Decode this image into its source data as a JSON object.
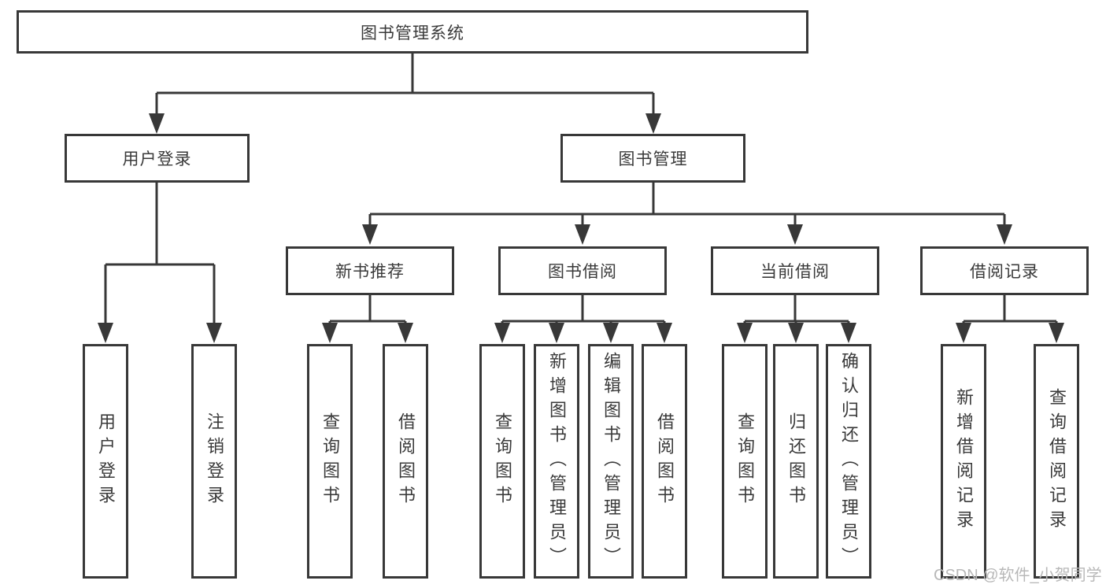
{
  "diagram": {
    "root": {
      "label": "图书管理系统"
    },
    "branches": [
      {
        "label": "用户登录",
        "children": [
          {
            "label": "用户登录"
          },
          {
            "label": "注销登录"
          }
        ]
      },
      {
        "label": "图书管理",
        "children": [
          {
            "label": "新书推荐",
            "children": [
              {
                "label": "查询图书"
              },
              {
                "label": "借阅图书"
              }
            ]
          },
          {
            "label": "图书借阅",
            "children": [
              {
                "label": "查询图书"
              },
              {
                "label": "新增图书（管理员）"
              },
              {
                "label": "编辑图书（管理员）"
              },
              {
                "label": "借阅图书"
              }
            ]
          },
          {
            "label": "当前借阅",
            "children": [
              {
                "label": "查询图书"
              },
              {
                "label": "归还图书"
              },
              {
                "label": "确认归还（管理员）"
              }
            ]
          },
          {
            "label": "借阅记录",
            "children": [
              {
                "label": "新增借阅记录"
              },
              {
                "label": "查询借阅记录"
              }
            ]
          }
        ]
      }
    ]
  },
  "watermark": {
    "text": "CSDN @软件_小贺同学"
  },
  "colors": {
    "line": "#383838",
    "text": "#3a3a3a",
    "watermark": "#b8b8b8",
    "background": "#ffffff"
  }
}
